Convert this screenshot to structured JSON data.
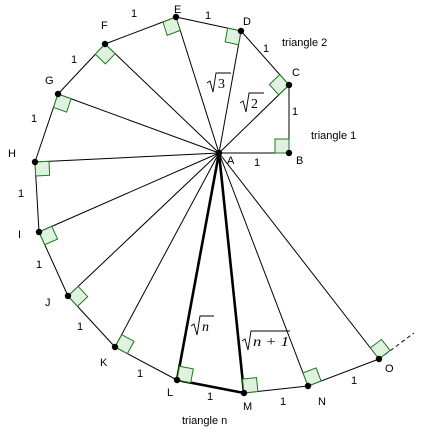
{
  "points": {
    "A": "A",
    "B": "B",
    "C": "C",
    "D": "D",
    "E": "E",
    "F": "F",
    "G": "G",
    "H": "H",
    "I": "I",
    "J": "J",
    "K": "K",
    "L": "L",
    "M": "M",
    "N": "N",
    "O": "O"
  },
  "segment_label": "1",
  "triangle_labels": {
    "t1": "triangle 1",
    "t2": "triangle 2",
    "tn": "triangle n"
  },
  "radical_labels": {
    "sqrt2_radicand": "2",
    "sqrt3_radicand": "3",
    "sqrtn_radicand": "n",
    "sqrtn1_radicand": "n + 1"
  },
  "colors": {
    "line": "#000000",
    "right_angle_fill": "#dff2df",
    "right_angle_stroke": "#1f7a1f"
  }
}
